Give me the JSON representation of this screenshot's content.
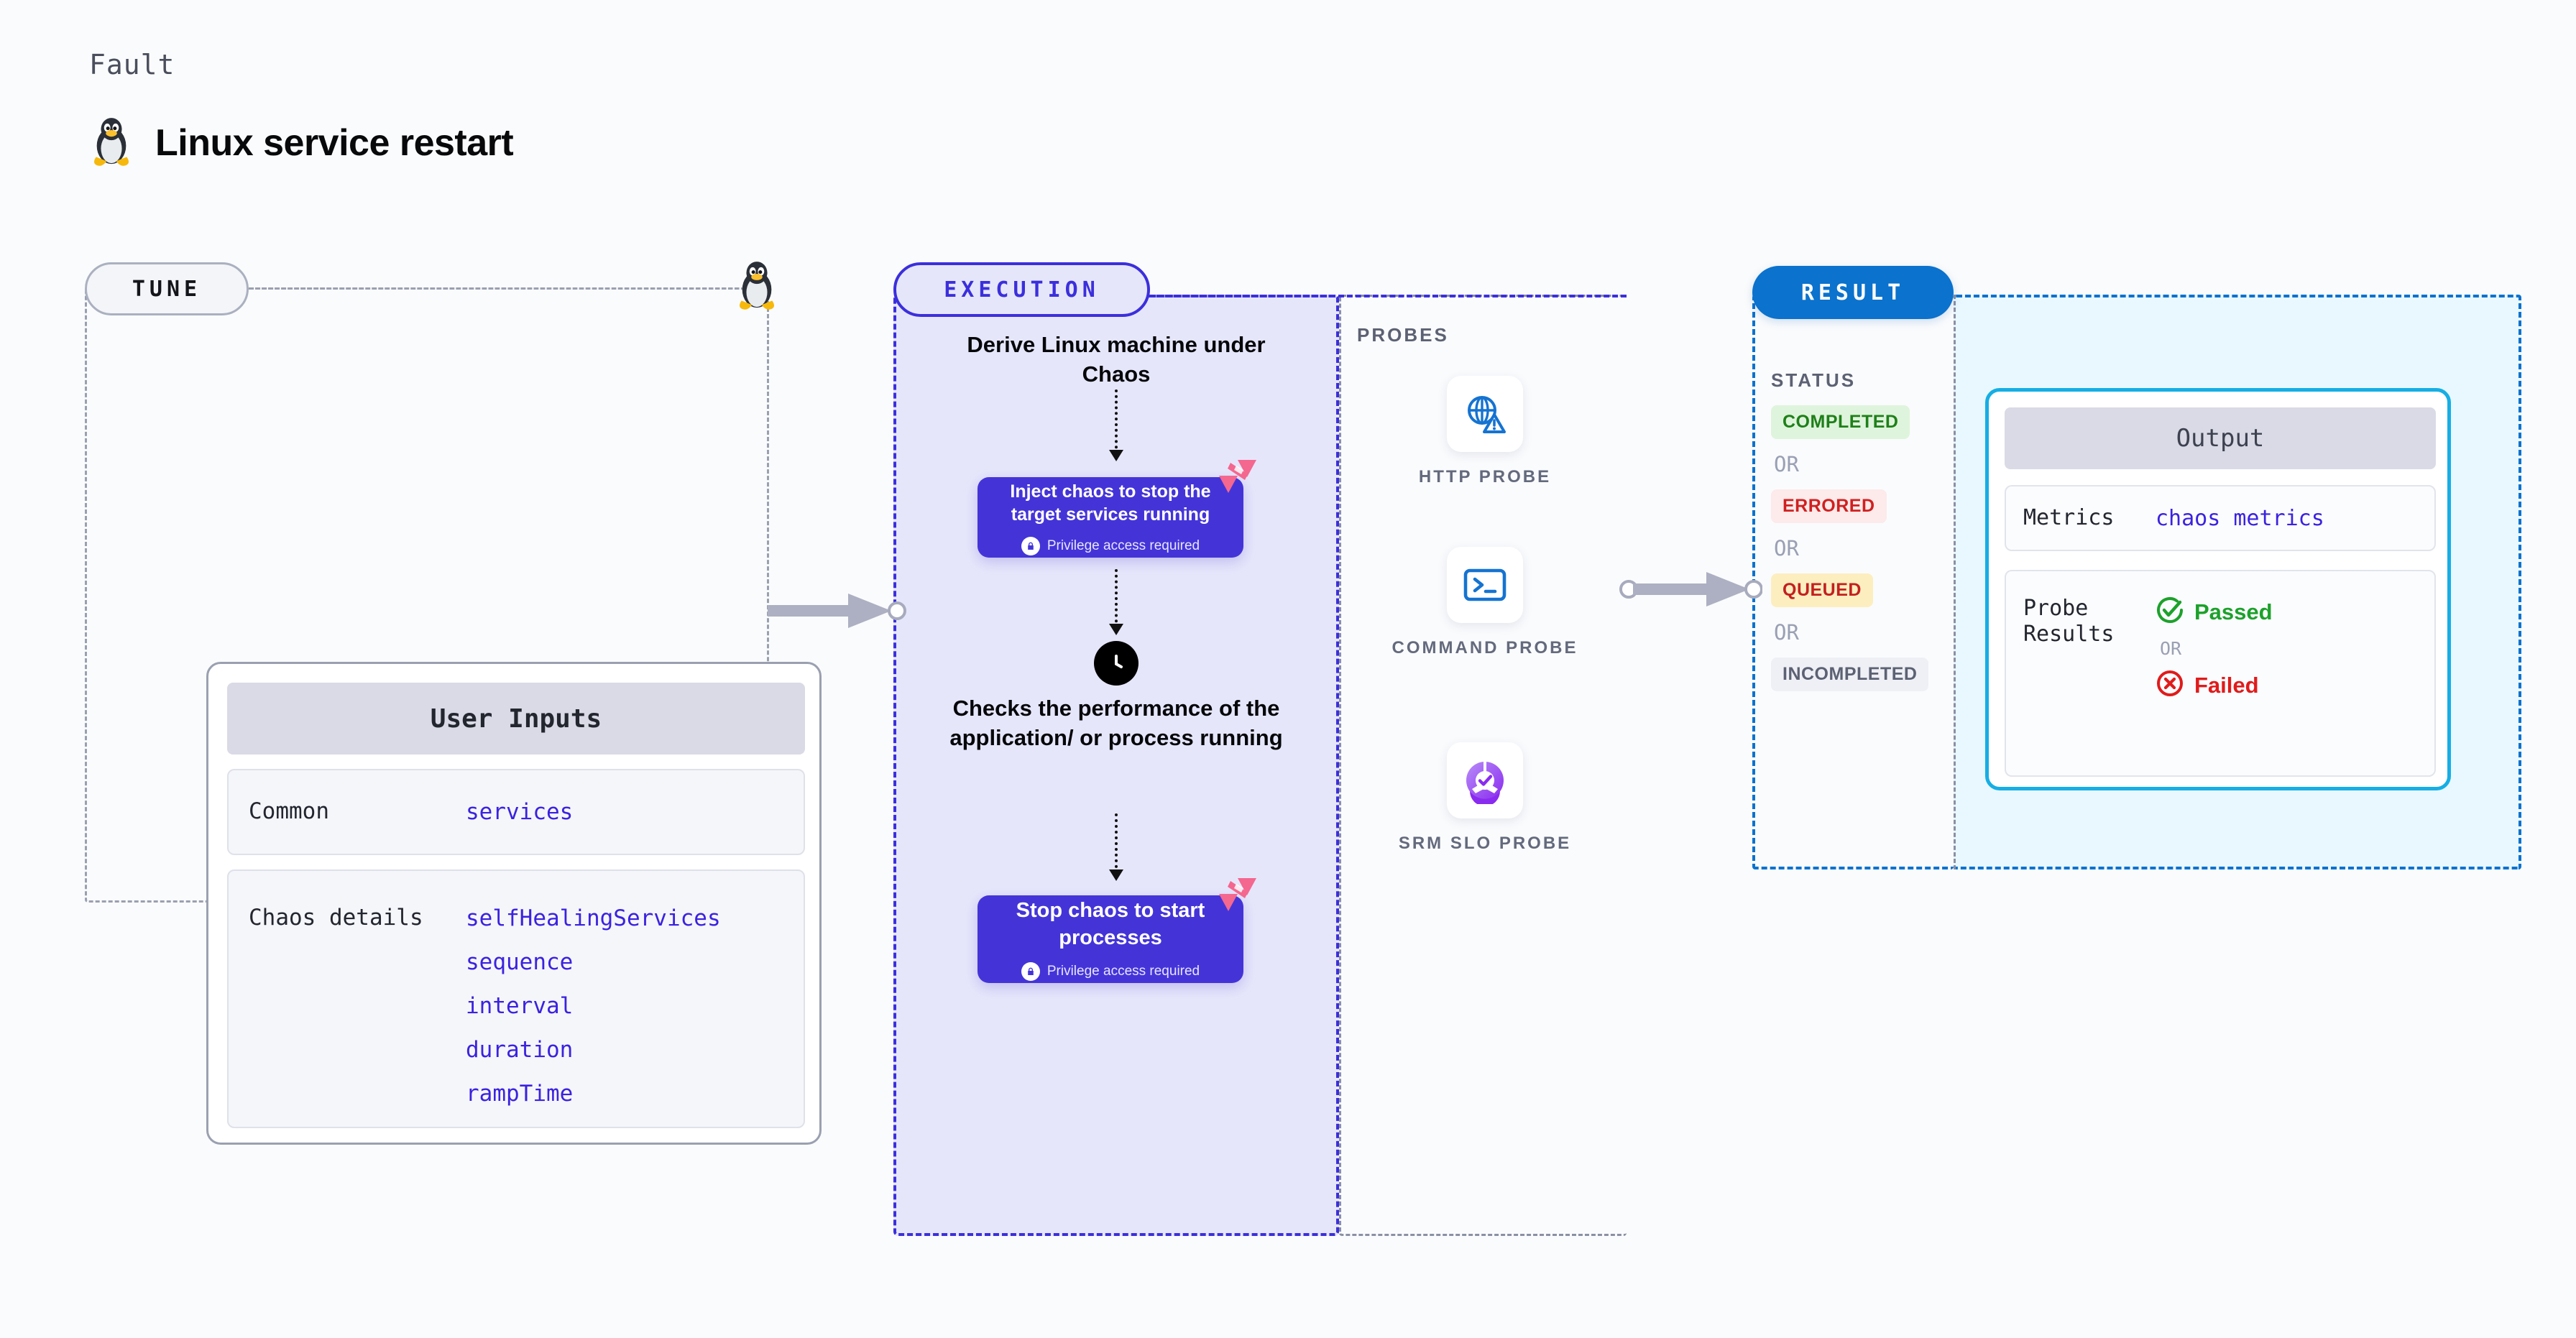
{
  "header": {
    "eyebrow": "Fault",
    "title": "Linux service restart",
    "icon": "linux-penguin-icon"
  },
  "tune": {
    "pill_label": "TUNE",
    "card_title": "User Inputs",
    "groups": [
      {
        "label": "Common",
        "values": [
          "services"
        ]
      },
      {
        "label": "Chaos details",
        "values": [
          "selfHealingServices",
          "sequence",
          "interval",
          "duration",
          "rampTime"
        ]
      }
    ]
  },
  "execution": {
    "pill_label": "EXECUTION",
    "step1_text": "Derive Linux machine under Chaos",
    "box1": {
      "title": "Inject chaos to stop the target services running",
      "privilege": "Privilege access required"
    },
    "step2_text": "Checks the performance of the application/ or process running",
    "box2": {
      "title": "Stop chaos to start processes",
      "privilege": "Privilege access required"
    }
  },
  "probes": {
    "section_label": "PROBES",
    "items": [
      {
        "label": "HTTP PROBE",
        "icon": "globe-warning-icon"
      },
      {
        "label": "COMMAND PROBE",
        "icon": "terminal-icon"
      },
      {
        "label": "SRM SLO PROBE",
        "icon": "slo-donut-check-icon"
      }
    ]
  },
  "result": {
    "pill_label": "RESULT",
    "status_label": "STATUS",
    "or_label": "OR",
    "statuses": [
      {
        "label": "COMPLETED",
        "bg": "#dff4dc",
        "fg": "#1e8019"
      },
      {
        "label": "ERRORED",
        "bg": "#fdeaea",
        "fg": "#d02020"
      },
      {
        "label": "QUEUED",
        "bg": "#fdeec0",
        "fg": "#c32020"
      },
      {
        "label": "INCOMPLETED",
        "bg": "#eef0f5",
        "fg": "#5c6173"
      }
    ]
  },
  "output": {
    "card_title": "Output",
    "metrics_label": "Metrics",
    "metrics_value": "chaos metrics",
    "probe_results_label": "Probe Results",
    "passed_label": "Passed",
    "failed_label": "Failed",
    "or_label": "OR"
  },
  "colors": {
    "accent_purple": "#4434d8",
    "accent_blue": "#0b72cd",
    "accent_cyan": "#16aee4",
    "link_blue": "#3b22e0",
    "pass_green": "#1ca12b",
    "fail_red": "#e01b1b",
    "harness_pink": "#f4678f"
  }
}
